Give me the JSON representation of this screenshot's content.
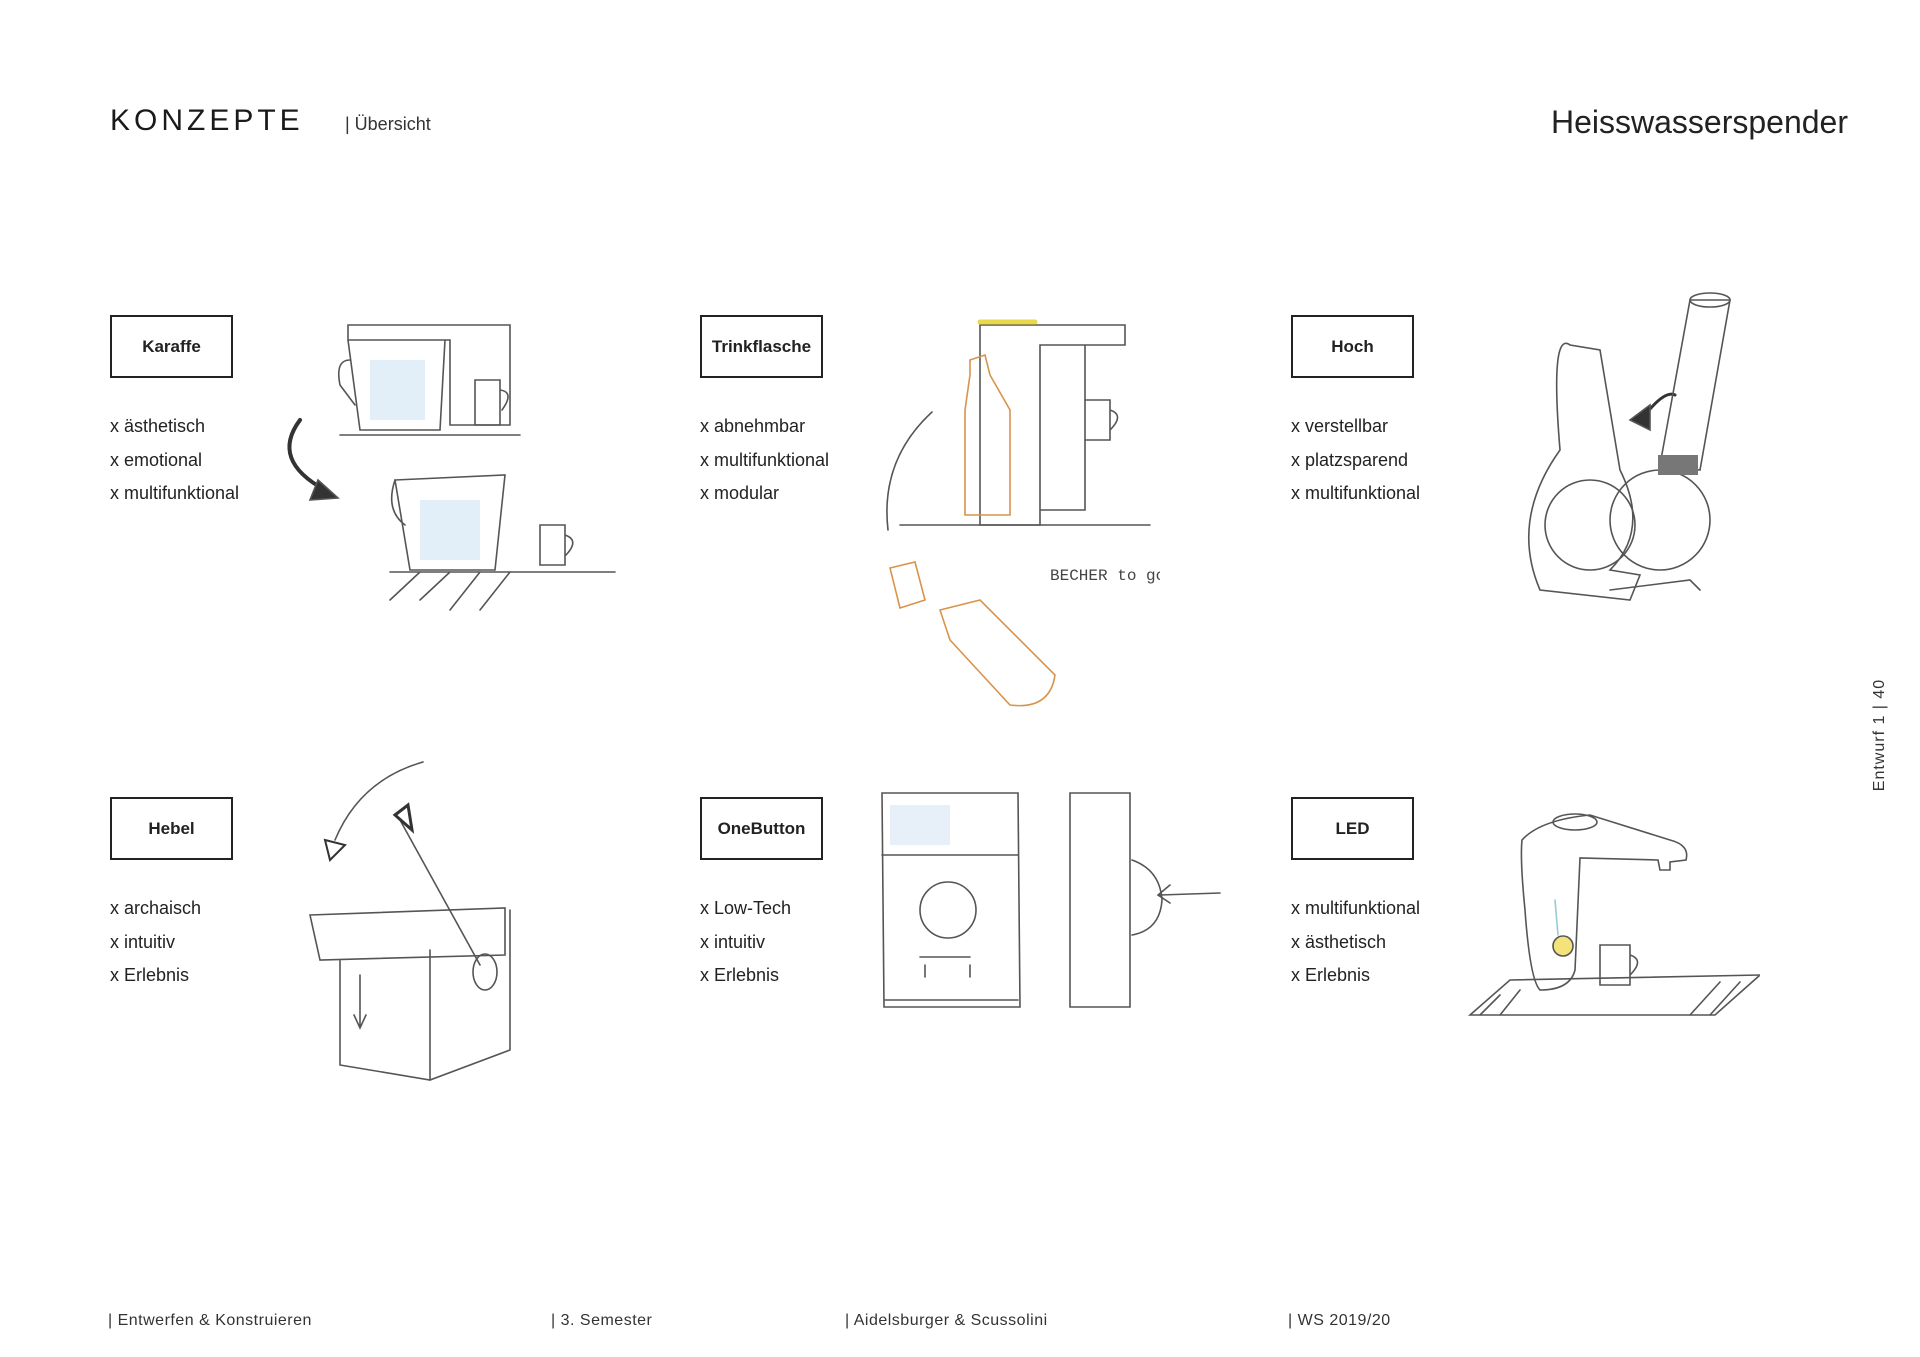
{
  "header": {
    "title": "KONZEPTE",
    "subtitle": "| Übersicht",
    "topic": "Heisswasserspender"
  },
  "concepts": [
    {
      "name": "Karaffe",
      "points": [
        "x ästhetisch",
        "x emotional",
        "x multifunktional"
      ]
    },
    {
      "name": "Trinkflasche",
      "points": [
        "x abnehmbar",
        "x multifunktional",
        "x modular"
      ],
      "sketch_note": "BECHER to go"
    },
    {
      "name": "Hoch",
      "points": [
        "x verstellbar",
        "x platzsparend",
        "x multifunktional"
      ]
    },
    {
      "name": "Hebel",
      "points": [
        "x archaisch",
        "x intuitiv",
        "x Erlebnis"
      ]
    },
    {
      "name": "OneButton",
      "points": [
        "x Low-Tech",
        "x intuitiv",
        "x Erlebnis"
      ]
    },
    {
      "name": "LED",
      "points": [
        "x multifunktional",
        "x ästhetisch",
        "x Erlebnis"
      ]
    }
  ],
  "side": {
    "label": "Entwurf 1   |   40"
  },
  "footer": [
    "|  Entwerfen & Konstruieren",
    "|  3. Semester",
    "|  Aidelsburger &  Scussolini",
    "|  WS 2019/20"
  ]
}
